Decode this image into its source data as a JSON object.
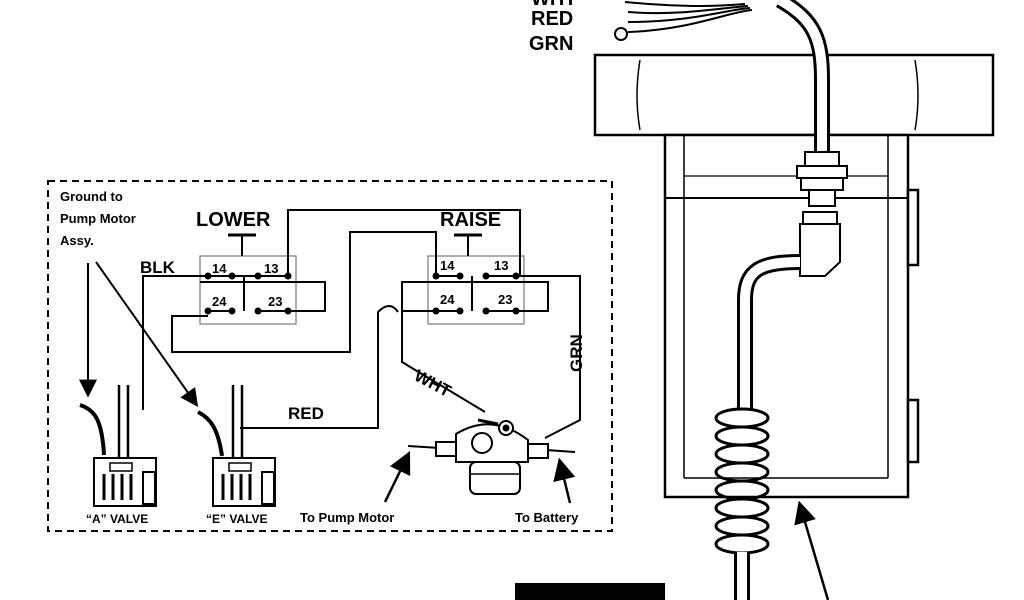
{
  "wire_labels": {
    "wht_top": "WHT",
    "red_top": "RED",
    "grn_top": "GRN",
    "blk": "BLK",
    "red_mid": "RED",
    "wht_mid": "WHT",
    "grn_side": "GRN"
  },
  "switches": {
    "lower": {
      "title": "LOWER",
      "t14": "14",
      "t13": "13",
      "t24": "24",
      "t23": "23"
    },
    "raise": {
      "title": "RAISE",
      "t14": "14",
      "t13": "13",
      "t24": "24",
      "t23": "23"
    }
  },
  "ground_note": {
    "line1": "Ground to",
    "line2": "Pump Motor",
    "line3": "Assy."
  },
  "valves": {
    "a": "“A” VALVE",
    "e": "“E” VALVE"
  },
  "destinations": {
    "pump_motor": "To Pump Motor",
    "battery": "To Battery"
  }
}
